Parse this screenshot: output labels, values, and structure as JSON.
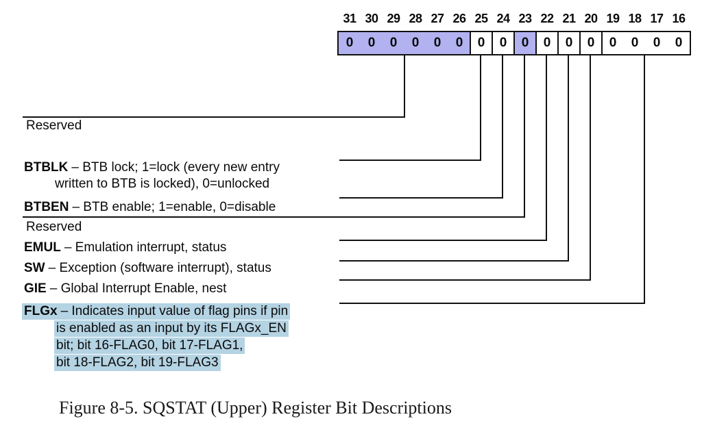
{
  "figure": {
    "caption": "Figure 8-5. SQSTAT (Upper) Register Bit Descriptions"
  },
  "register": {
    "bit_numbers": [
      "31",
      "30",
      "29",
      "28",
      "27",
      "26",
      "25",
      "24",
      "23",
      "22",
      "21",
      "20",
      "19",
      "18",
      "17",
      "16"
    ],
    "cells": [
      {
        "bits": "31:26",
        "values": [
          "0",
          "0",
          "0",
          "0",
          "0",
          "0"
        ],
        "highlighted": true
      },
      {
        "bits": "25",
        "values": [
          "0"
        ],
        "highlighted": false
      },
      {
        "bits": "24",
        "values": [
          "0"
        ],
        "highlighted": false
      },
      {
        "bits": "23",
        "values": [
          "0"
        ],
        "highlighted": true
      },
      {
        "bits": "22",
        "values": [
          "0"
        ],
        "highlighted": false
      },
      {
        "bits": "21",
        "values": [
          "0"
        ],
        "highlighted": false
      },
      {
        "bits": "20",
        "values": [
          "0"
        ],
        "highlighted": false
      },
      {
        "bits": "19:16",
        "values": [
          "0",
          "0",
          "0",
          "0"
        ],
        "highlighted": false
      }
    ]
  },
  "descriptions": {
    "reserved_upper": {
      "text": "Reserved"
    },
    "btblk": {
      "label": "BTBLK",
      "line1": "– BTB lock; 1=lock (every new entry",
      "line2": "written to BTB is locked), 0=unlocked"
    },
    "btben": {
      "label": "BTBEN",
      "line1": "– BTB enable; 1=enable, 0=disable"
    },
    "reserved_lower": {
      "text": "Reserved"
    },
    "emul": {
      "label": "EMUL",
      "line1": "– Emulation interrupt, status"
    },
    "sw": {
      "label": "SW",
      "line1": "– Exception (software interrupt), status"
    },
    "gie": {
      "label": "GIE",
      "line1": "– Global Interrupt Enable, nest"
    },
    "flgx": {
      "label": "FLGx",
      "line1": "– Indicates input value of flag pins if pin",
      "line2": "is enabled as an input by its FLAGx_EN",
      "line3": "bit; bit 16-FLAG0, bit 17-FLAG1,",
      "line4": "bit 18-FLAG2, bit 19-FLAG3"
    }
  },
  "colors": {
    "bit_cell_highlight": "#b2b2f0",
    "text_highlight": "#b4d3e3",
    "line": "#111111",
    "background": "#ffffff"
  }
}
